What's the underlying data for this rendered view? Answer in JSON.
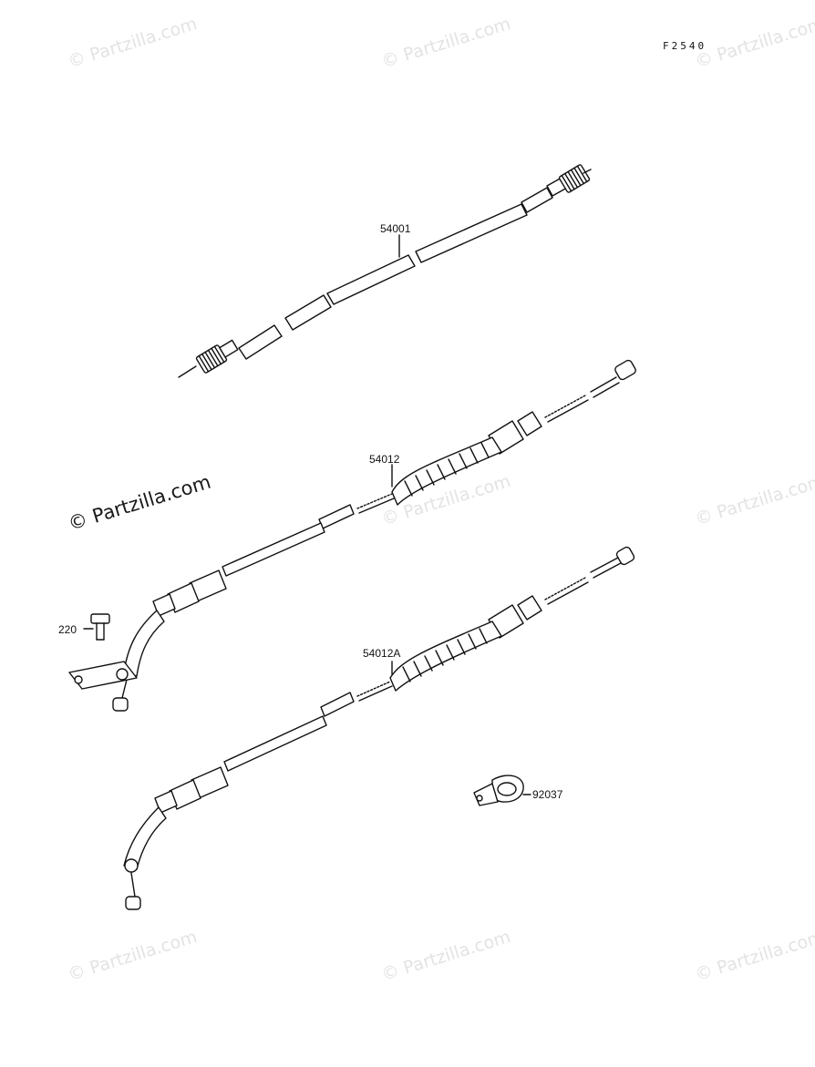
{
  "diagram_code": "F2540",
  "watermark_text": "© Partzilla.com",
  "callouts": {
    "speedometer_cable": "54001",
    "clutch_cable": "54012",
    "clutch_cable_alt": "54012A",
    "bolt": "220",
    "clamp": "92037"
  },
  "colors": {
    "line": "#111111",
    "watermark": "#e3e3e3",
    "background": "#ffffff"
  }
}
